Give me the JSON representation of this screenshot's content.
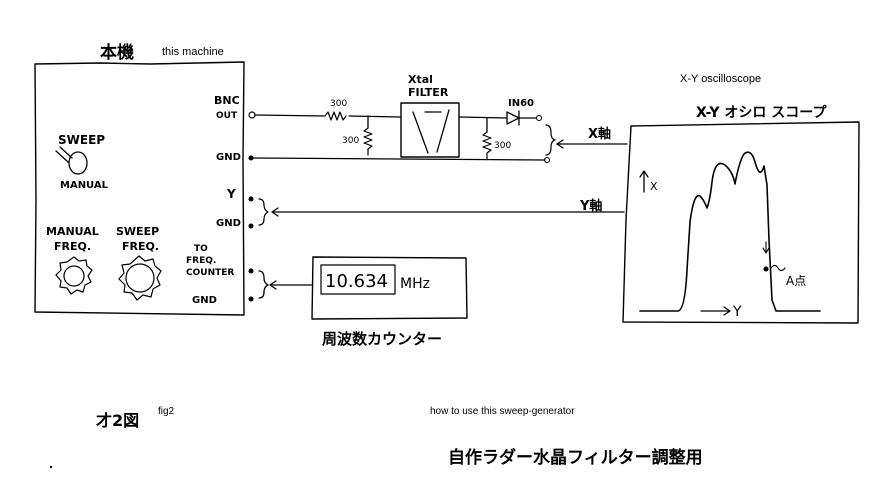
{
  "machine": {
    "title": "本機",
    "caption": "this machine",
    "switch_top": "SWEEP",
    "switch_bottom": "MANUAL",
    "knob1_label_line1": "MANUAL",
    "knob1_label_line2": "FREQ.",
    "knob2_label_line1": "SWEEP",
    "knob2_label_line2": "FREQ.",
    "port_bnc": "BNC",
    "port_out": "OUT",
    "port_gnd1": "GND",
    "port_y": "Y",
    "port_gnd2": "GND",
    "port_to": "TO",
    "port_freq": "FREQ.",
    "port_counter": "COUNTER",
    "port_gnd3": "GND"
  },
  "filter": {
    "label_top": "Xtal",
    "label_bottom": "FILTER",
    "r1": "300",
    "r2": "300",
    "r3": "300",
    "diode": "IN60"
  },
  "scope": {
    "caption": "X-Y oscilloscope",
    "title": "X-Y オシロ スコープ",
    "x_axis_input": "X軸",
    "y_axis_input": "Y軸",
    "x_arrow_label": "X",
    "y_arrow_label": "Y",
    "point_label": "A点"
  },
  "counter": {
    "value": "10.634",
    "unit": "MHz",
    "label": "周波数カウンター"
  },
  "figure": {
    "number": "才2図",
    "caption": "fig2"
  },
  "footer": {
    "caption": "how to use this sweep-generator",
    "title": "自作ラダー水晶フィルター調整用"
  }
}
